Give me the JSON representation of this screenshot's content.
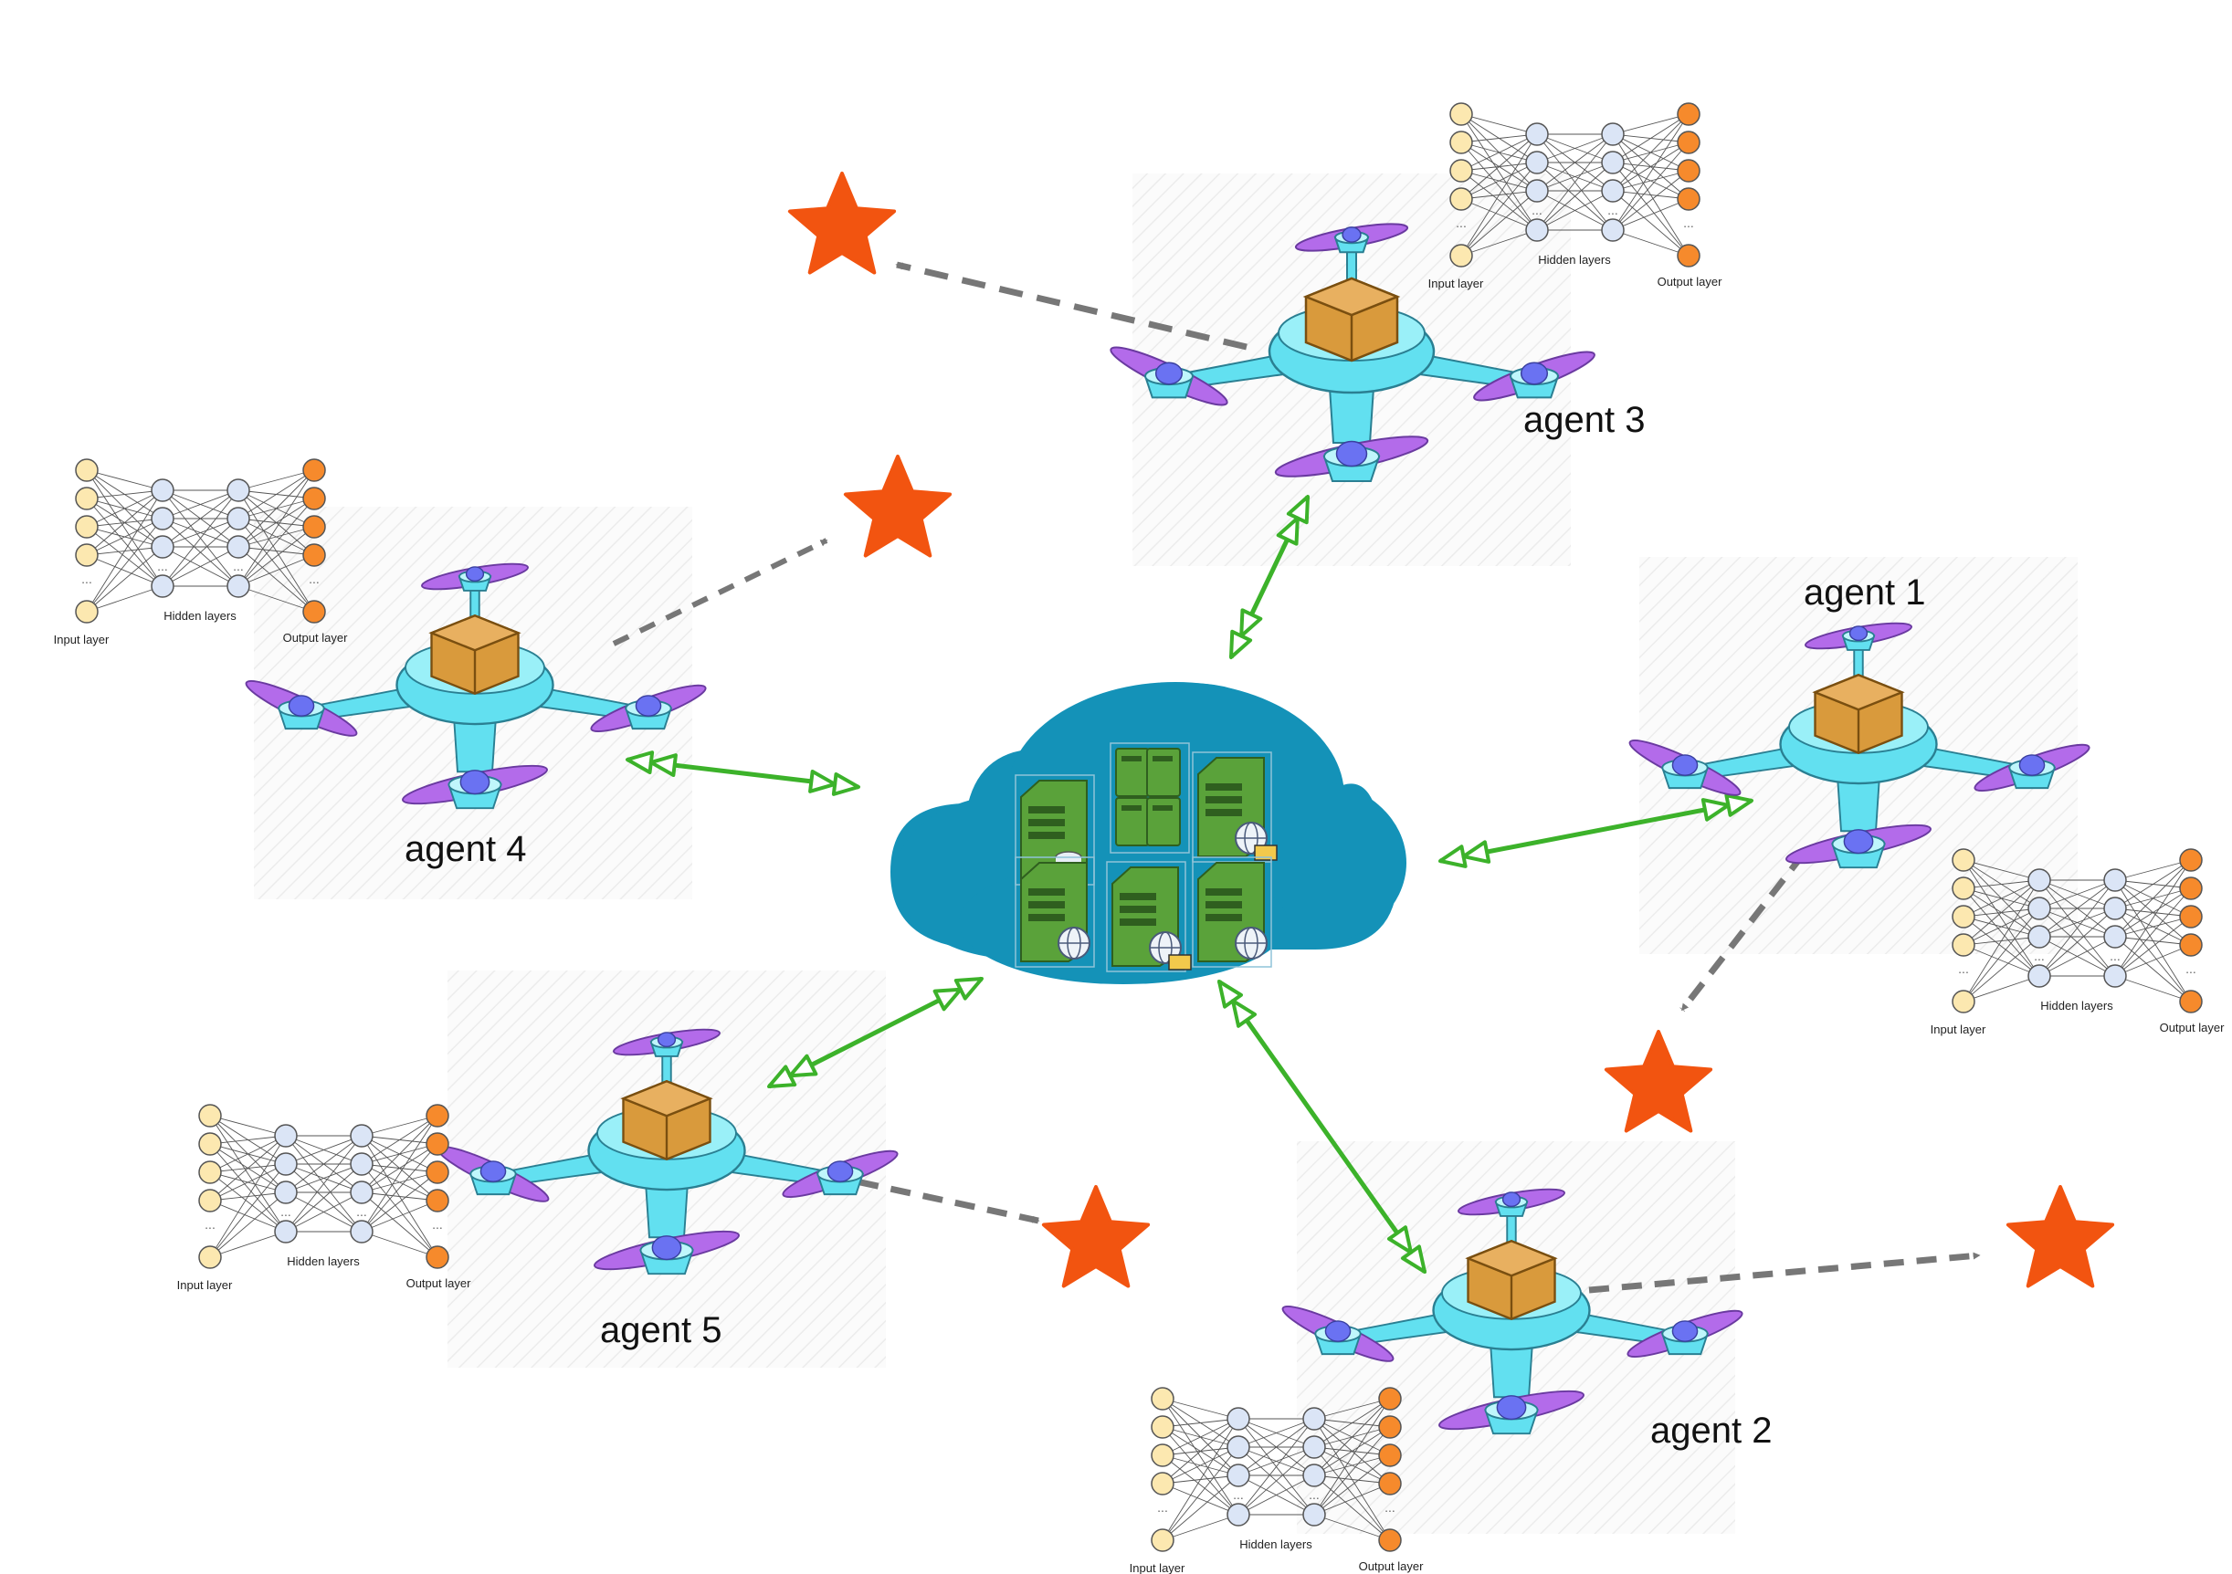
{
  "colors": {
    "cloud": "#1492b8",
    "server": "#5aa23a",
    "star": "#f25410",
    "green_arrow": "#3cb22a",
    "grey_arrow": "#777777",
    "drone_body": "#62e0f0",
    "propeller": "#b36bea",
    "hub": "#6a72f2",
    "box": "#d99a3c",
    "input_node": "#fce8b0",
    "hidden_node": "#dbe5f6",
    "output_node": "#f68a2c"
  },
  "network": {
    "input_label": "Input layer",
    "hidden_label": "Hidden layers",
    "output_label": "Output layer",
    "ellipsis": "..."
  },
  "agents": [
    {
      "id": "agent1",
      "label": "agent 1"
    },
    {
      "id": "agent2",
      "label": "agent 2"
    },
    {
      "id": "agent3",
      "label": "agent 3"
    },
    {
      "id": "agent4",
      "label": "agent 4"
    },
    {
      "id": "agent5",
      "label": "agent 5"
    }
  ]
}
